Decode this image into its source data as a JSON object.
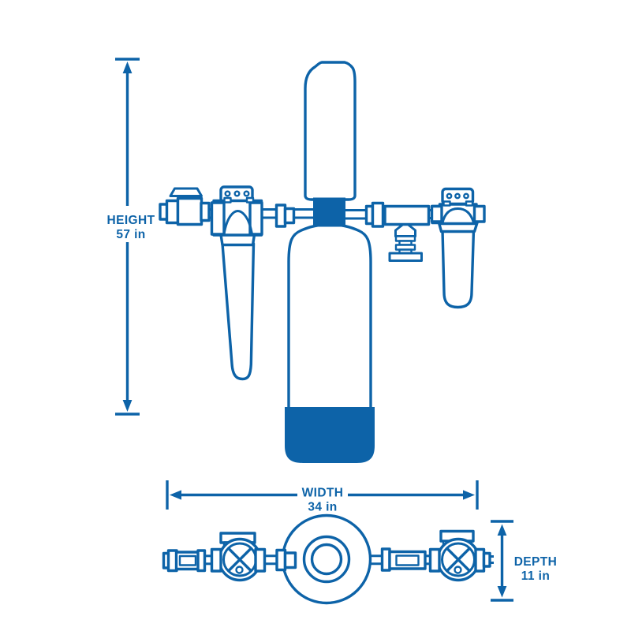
{
  "colors": {
    "accent": "#0d63a8",
    "background": "#ffffff"
  },
  "diagram": {
    "dimensions": {
      "height": {
        "label": "HEIGHT",
        "value": "57 in"
      },
      "width": {
        "label": "WIDTH",
        "value": "34 in"
      },
      "depth": {
        "label": "DEPTH",
        "value": "11 in"
      }
    }
  }
}
